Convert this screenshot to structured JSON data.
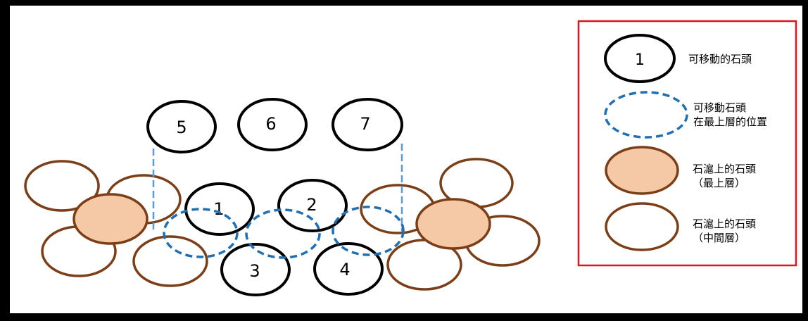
{
  "stones": {
    "s1": "1",
    "s2": "2",
    "s3": "3",
    "s4": "4",
    "s5": "5",
    "s6": "6",
    "s7": "7"
  },
  "legend": {
    "movable": {
      "sample_number": "1",
      "text": "可移動的石頭"
    },
    "position": {
      "line1": "可移動石頭",
      "line2": "在最上層的位置"
    },
    "wall_top": {
      "line1": "石滬上的石頭",
      "line2": "（最上層）"
    },
    "wall_middle": {
      "line1": "石滬上的石頭",
      "line2": "（中間層）"
    }
  },
  "colors": {
    "movable_stroke": "#000000",
    "position_stroke": "#1F6FB4",
    "wall_stroke": "#7B3E16",
    "wall_top_fill": "#F6C9A6",
    "legend_border": "#E0141E",
    "guide_line": "#5B9BD5"
  }
}
